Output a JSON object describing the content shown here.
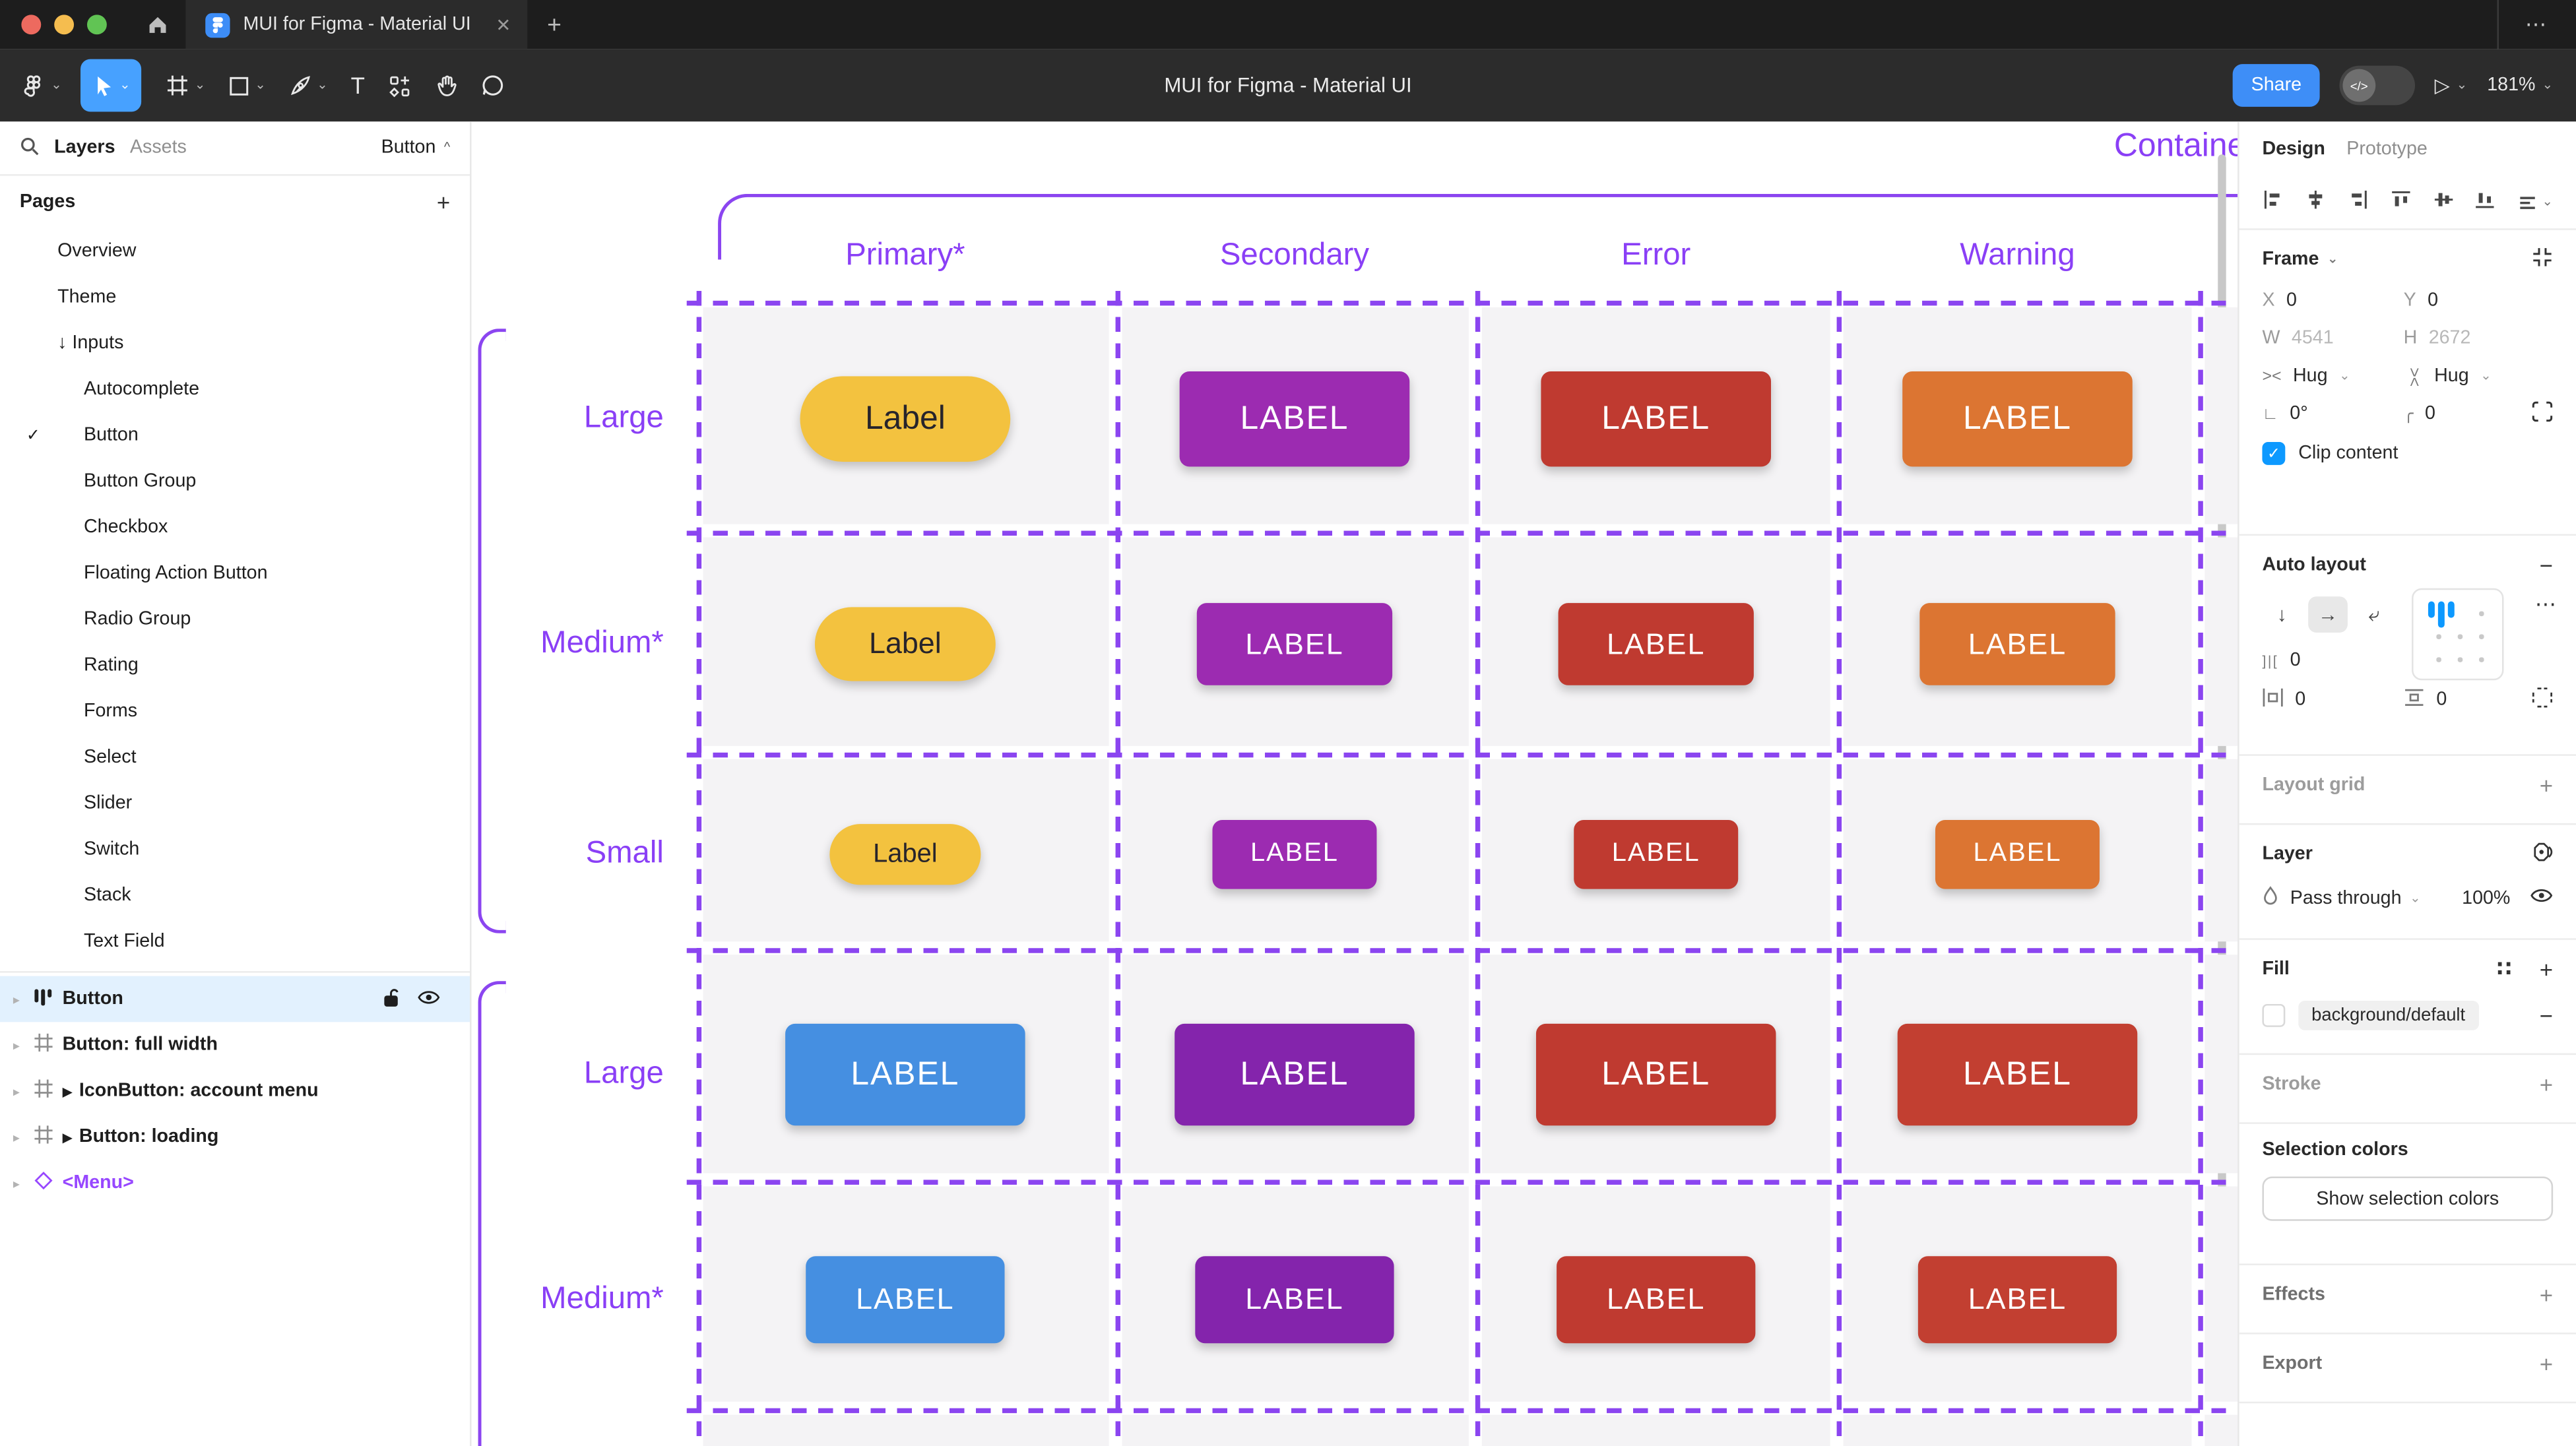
{
  "icons": {
    "close": "✕",
    "plus": "+",
    "minus": "−",
    "more_h": "⋯",
    "chevron_down": "⌄",
    "chevron_up": "^",
    "chevron_right": "▸",
    "check": "✓",
    "play": "▶",
    "diamond": "◇",
    "hash": "#",
    "styles": "∷",
    "angle": "∟",
    "corner": "╭",
    "gap": "]|[",
    "arrow_down": "↓",
    "arrow_right": "→",
    "wrap": "⤶",
    "text_tool": "T"
  },
  "tabbar": {
    "title": "MUI for Figma - Material UI"
  },
  "toolbar": {
    "doc_title": "MUI for Figma - Material UI",
    "share": "Share",
    "zoom": "181%",
    "tools": [
      "figma-menu",
      "move",
      "frame",
      "shape",
      "pen",
      "text",
      "resources",
      "hand",
      "comment"
    ]
  },
  "sidebar": {
    "tab_layers": "Layers",
    "tab_assets": "Assets",
    "selection_chip": "Button",
    "pages_label": "Pages",
    "pages": [
      {
        "label": "Overview",
        "indent": 1
      },
      {
        "label": "Theme",
        "indent": 1
      },
      {
        "label": "↓ Inputs",
        "indent": 1
      },
      {
        "label": "Autocomplete",
        "indent": 2
      },
      {
        "label": "Button",
        "indent": 2,
        "current": true
      },
      {
        "label": "Button Group",
        "indent": 2
      },
      {
        "label": "Checkbox",
        "indent": 2
      },
      {
        "label": "Floating Action Button",
        "indent": 2
      },
      {
        "label": "Radio Group",
        "indent": 2
      },
      {
        "label": "Rating",
        "indent": 2
      },
      {
        "label": "Forms",
        "indent": 2
      },
      {
        "label": "Select",
        "indent": 2
      },
      {
        "label": "Slider",
        "indent": 2
      },
      {
        "label": "Switch",
        "indent": 2
      },
      {
        "label": "Stack",
        "indent": 2
      },
      {
        "label": "Text Field",
        "indent": 2
      }
    ],
    "layers": [
      {
        "label": "Button",
        "icon": "auto-layout",
        "selected": true
      },
      {
        "label": "Button: full width",
        "icon": "frame"
      },
      {
        "label": "IconButton: account menu",
        "icon": "frame",
        "play": true
      },
      {
        "label": "Button: loading",
        "icon": "frame",
        "play": true
      },
      {
        "label": "<Menu>",
        "icon": "instance",
        "instance": true
      }
    ]
  },
  "canvas": {
    "frame_title": "Contained",
    "accent": "#8B45F0",
    "text_accent": "#8A3FF6",
    "columns": [
      "Primary*",
      "Secondary",
      "Error",
      "Warning"
    ],
    "groups": [
      {
        "row_labels": [
          "Large",
          "Medium*",
          "Small"
        ]
      },
      {
        "row_labels": [
          "Large",
          "Medium*"
        ]
      }
    ],
    "button_rows": [
      {
        "size": "Large",
        "variants": [
          {
            "name": "primary",
            "bg": "#F3C23F",
            "fg": "#27242B",
            "label": "Label",
            "pill": true
          },
          {
            "name": "secondary",
            "bg": "#9C2BB1",
            "fg": "#FFFFFF",
            "label": "LABEL"
          },
          {
            "name": "error",
            "bg": "#BF3A30",
            "fg": "#FFFFFF",
            "label": "LABEL"
          },
          {
            "name": "warning",
            "bg": "#DC7532",
            "fg": "#FFFFFF",
            "label": "LABEL"
          }
        ]
      },
      {
        "size": "Medium*",
        "variants": [
          {
            "name": "primary",
            "bg": "#F3C23F",
            "fg": "#27242B",
            "label": "Label",
            "pill": true
          },
          {
            "name": "secondary",
            "bg": "#9C2BB1",
            "fg": "#FFFFFF",
            "label": "LABEL"
          },
          {
            "name": "error",
            "bg": "#BF3A30",
            "fg": "#FFFFFF",
            "label": "LABEL"
          },
          {
            "name": "warning",
            "bg": "#DC7532",
            "fg": "#FFFFFF",
            "label": "LABEL"
          }
        ]
      },
      {
        "size": "Small",
        "variants": [
          {
            "name": "primary",
            "bg": "#F3C23F",
            "fg": "#27242B",
            "label": "Label",
            "pill": true
          },
          {
            "name": "secondary",
            "bg": "#9C2BB1",
            "fg": "#FFFFFF",
            "label": "LABEL"
          },
          {
            "name": "error",
            "bg": "#BF3A30",
            "fg": "#FFFFFF",
            "label": "LABEL"
          },
          {
            "name": "warning",
            "bg": "#DC7532",
            "fg": "#FFFFFF",
            "label": "LABEL"
          }
        ]
      },
      {
        "size": "Large",
        "variants": [
          {
            "name": "primary",
            "bg": "#458FE1",
            "fg": "#FFFFFF",
            "label": "LABEL"
          },
          {
            "name": "secondary",
            "bg": "#8424AC",
            "fg": "#FFFFFF",
            "label": "LABEL"
          },
          {
            "name": "error",
            "bg": "#BF3A30",
            "fg": "#FFFFFF",
            "label": "LABEL"
          },
          {
            "name": "warning",
            "bg": "#C23F31",
            "fg": "#FFFFFF",
            "label": "LABEL"
          }
        ]
      },
      {
        "size": "Medium*",
        "variants": [
          {
            "name": "primary",
            "bg": "#458FE1",
            "fg": "#FFFFFF",
            "label": "LABEL"
          },
          {
            "name": "secondary",
            "bg": "#8424AC",
            "fg": "#FFFFFF",
            "label": "LABEL"
          },
          {
            "name": "error",
            "bg": "#BF3A30",
            "fg": "#FFFFFF",
            "label": "LABEL"
          },
          {
            "name": "warning",
            "bg": "#C23F31",
            "fg": "#FFFFFF",
            "label": "LABEL"
          }
        ]
      }
    ]
  },
  "inspector": {
    "tabs": {
      "design": "Design",
      "prototype": "Prototype"
    },
    "frame": {
      "title": "Frame",
      "x_label": "X",
      "x": "0",
      "y_label": "Y",
      "y": "0",
      "w_label": "W",
      "w": "4541",
      "h_label": "H",
      "h": "2672",
      "h_sizing": "Hug",
      "v_sizing": "Hug",
      "rotation": "0°",
      "corner_radius": "0",
      "clip_label": "Clip content"
    },
    "auto_layout": {
      "title": "Auto layout",
      "gap": "0",
      "padding_h": "0",
      "padding_v": "0"
    },
    "layout_grid": {
      "title": "Layout grid"
    },
    "layer": {
      "title": "Layer",
      "blend_mode": "Pass through",
      "opacity": "100%"
    },
    "fill": {
      "title": "Fill",
      "token": "background/default"
    },
    "stroke": {
      "title": "Stroke"
    },
    "selection_colors": {
      "title": "Selection colors",
      "button": "Show selection colors"
    },
    "effects": {
      "title": "Effects"
    },
    "export": {
      "title": "Export"
    }
  }
}
